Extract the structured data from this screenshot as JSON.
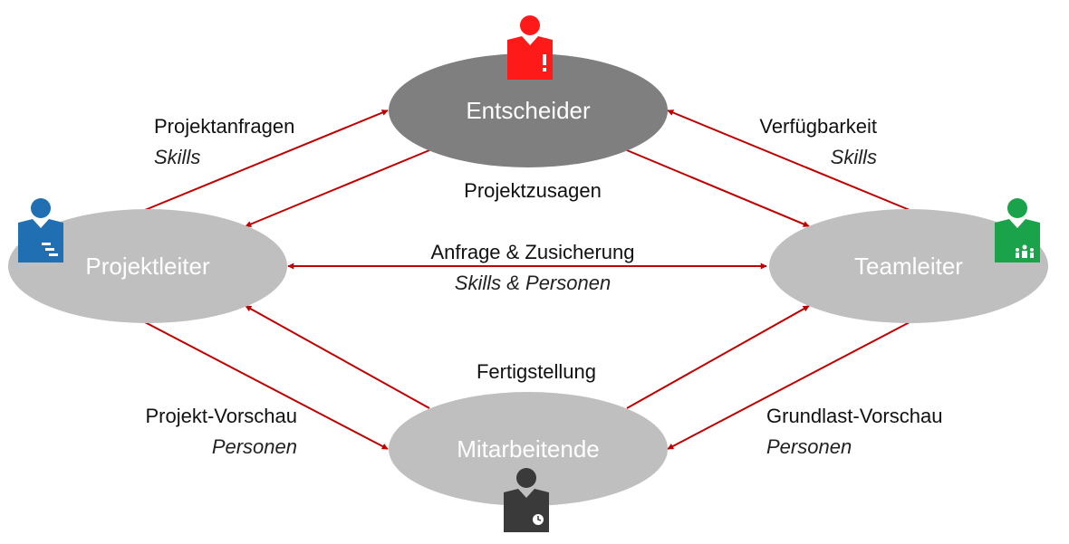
{
  "nodes": {
    "entscheider": {
      "label": "Entscheider",
      "fill": "#7f7f7f",
      "icon": "person-alert-icon",
      "icon_color": "#ff1a1a"
    },
    "projektleiter": {
      "label": "Projektleiter",
      "fill": "#bfbfbf",
      "icon": "person-gantt-icon",
      "icon_color": "#1f6fb2"
    },
    "teamleiter": {
      "label": "Teamleiter",
      "fill": "#bfbfbf",
      "icon": "person-team-icon",
      "icon_color": "#1aa34a"
    },
    "mitarbeitende": {
      "label": "Mitarbeitende",
      "fill": "#bfbfbf",
      "icon": "person-clock-icon",
      "icon_color": "#3a3a3a"
    }
  },
  "edges": {
    "projektanfragen": {
      "label": "Projektanfragen",
      "sub": "Skills"
    },
    "verfuegbarkeit": {
      "label": "Verfügbarkeit",
      "sub": "Skills"
    },
    "projektzusagen": {
      "label": "Projektzusagen"
    },
    "anfrage": {
      "label": "Anfrage & Zusicherung",
      "sub": "Skills & Personen"
    },
    "fertigstellung": {
      "label": "Fertigstellung"
    },
    "projekt_vorschau": {
      "label": "Projekt-Vorschau",
      "sub": "Personen"
    },
    "grundlast_vorschau": {
      "label": "Grundlast-Vorschau",
      "sub": "Personen"
    }
  },
  "colors": {
    "arrow": "#c00000"
  }
}
